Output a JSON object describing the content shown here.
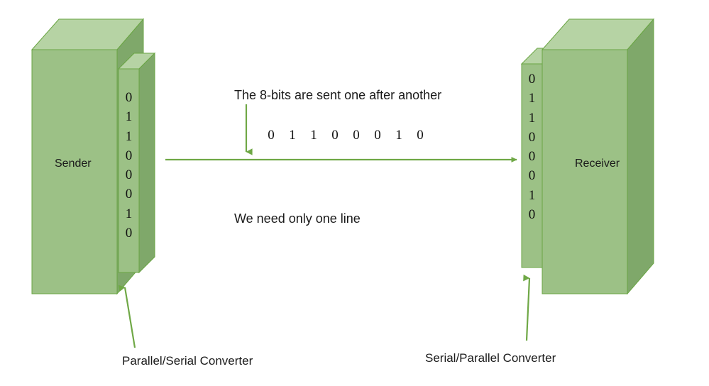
{
  "diagram": {
    "title_role": "serial-transmission-diagram",
    "background": "#ffffff",
    "colors": {
      "box_face": "#9CC186",
      "box_top": "#B6D3A4",
      "box_side": "#7FA86A",
      "box_stroke": "#6AA544",
      "arrow": "#6FA846",
      "text": "#1a1a1a"
    }
  },
  "sender": {
    "label": "Sender",
    "bits": [
      "0",
      "1",
      "1",
      "0",
      "0",
      "0",
      "1",
      "0"
    ],
    "converter_label": "Parallel/Serial Converter"
  },
  "receiver": {
    "label": "Receiver",
    "bits": [
      "0",
      "1",
      "1",
      "0",
      "0",
      "0",
      "1",
      "0"
    ],
    "converter_label": "Serial/Parallel Converter"
  },
  "annotations": {
    "top_note": "The 8-bits are sent one after another",
    "bottom_note": "We need only one line",
    "serial_stream": [
      "0",
      "1",
      "1",
      "0",
      "0",
      "0",
      "1",
      "0"
    ]
  }
}
